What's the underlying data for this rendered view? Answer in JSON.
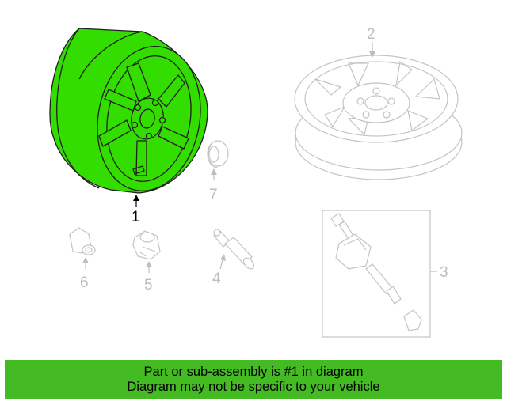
{
  "callouts": {
    "part1": "1",
    "part2": "2",
    "part3": "3",
    "part4": "4",
    "part5": "5",
    "part6": "6",
    "part7": "7"
  },
  "banner": {
    "line1": "Part or sub-assembly is #1 in diagram",
    "line2": "Diagram may not be specific to your vehicle"
  },
  "colors": {
    "highlight": "#33dd00",
    "banner": "#44bb22",
    "outline": "#c4c4c4"
  }
}
